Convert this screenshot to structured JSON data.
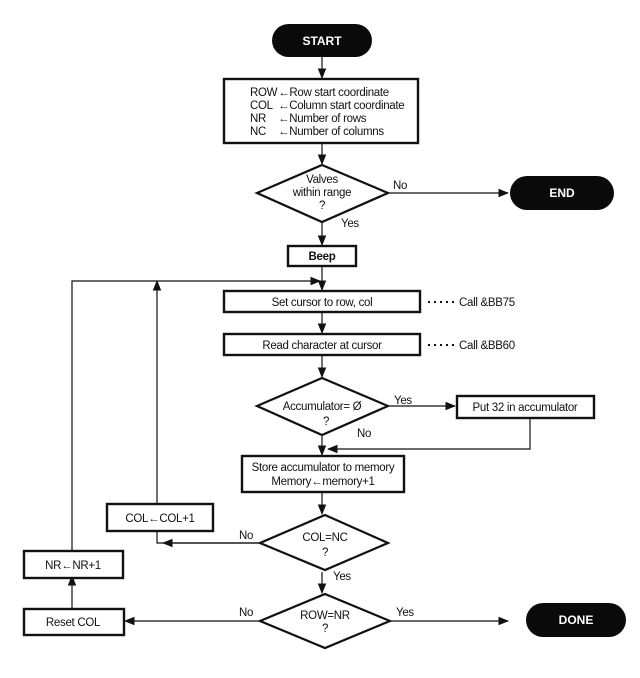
{
  "diagram": {
    "type": "flowchart",
    "terminals": {
      "start": "START",
      "end": "END",
      "done": "DONE"
    },
    "init_box": {
      "lines": [
        {
          "var": "ROW",
          "arrow": "←",
          "desc": "Row start coordinate"
        },
        {
          "var": "COL",
          "arrow": "←",
          "desc": "Column start coordinate"
        },
        {
          "var": "NR",
          "arrow": "←",
          "desc": "Number of rows"
        },
        {
          "var": "NC",
          "arrow": "←",
          "desc": "Number of columns"
        }
      ]
    },
    "decisions": {
      "range": {
        "line1": "Valves",
        "line2": "within range",
        "q": "?",
        "no": "No",
        "yes": "Yes"
      },
      "accumulator": {
        "line1": "Accumulator= Ø",
        "q": "?",
        "yes": "Yes",
        "no": "No"
      },
      "col": {
        "line1": "COL=NC",
        "q": "?",
        "no": "No",
        "yes": "Yes"
      },
      "row": {
        "line1": "ROW=NR",
        "q": "?",
        "no": "No",
        "yes": "Yes"
      }
    },
    "processes": {
      "beep": "Beep",
      "set_cursor": "Set cursor to row, col",
      "read_char": "Read character at cursor",
      "put32": "Put 32 in accumulator",
      "store_line1": "Store accumulator to memory",
      "store_line2": "Memory←memory+1",
      "col_inc": "COL←COL+1",
      "nr_inc": "NR←NR+1",
      "reset_col": "Reset COL"
    },
    "annotations": {
      "set_cursor_call": "Call &BB75",
      "read_char_call": "Call &BB60"
    }
  }
}
